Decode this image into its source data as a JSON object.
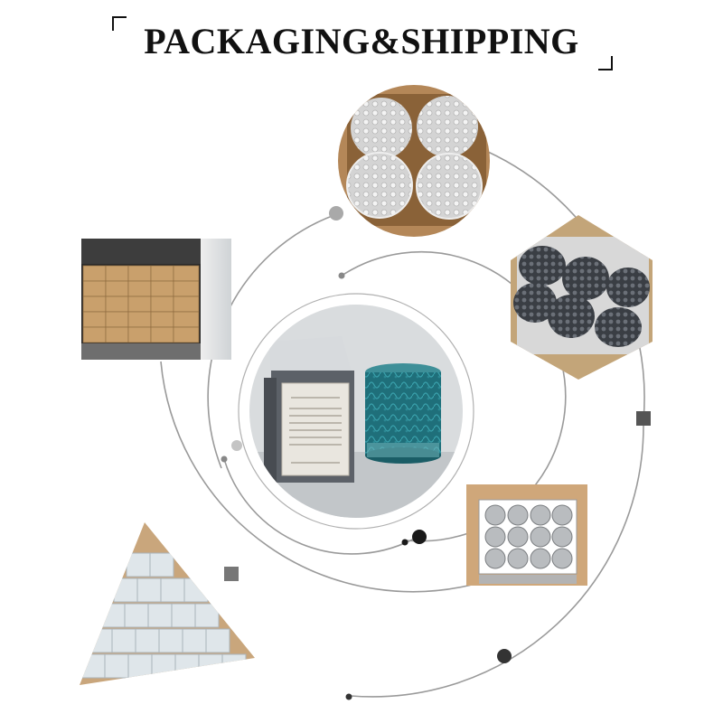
{
  "title": "PACKAGING&SHIPPING",
  "colors": {
    "ring": "#9a9a9a",
    "dot_light": "#a9a9a9",
    "dot_dark": "#1a1a1a",
    "square": "#555555",
    "carton": "#c79a68",
    "teal_jar": "#1f6f7a"
  },
  "photos": [
    {
      "name": "photo-wrapped-lids",
      "shape": "circle"
    },
    {
      "name": "photo-container-loading",
      "shape": "rectangle"
    },
    {
      "name": "photo-bubble-wrapped-jars",
      "shape": "hexagon"
    },
    {
      "name": "photo-jar-and-gift-box",
      "shape": "circle"
    },
    {
      "name": "photo-jars-in-carton",
      "shape": "rectangle"
    },
    {
      "name": "photo-stacked-boxes",
      "shape": "triangle"
    }
  ]
}
